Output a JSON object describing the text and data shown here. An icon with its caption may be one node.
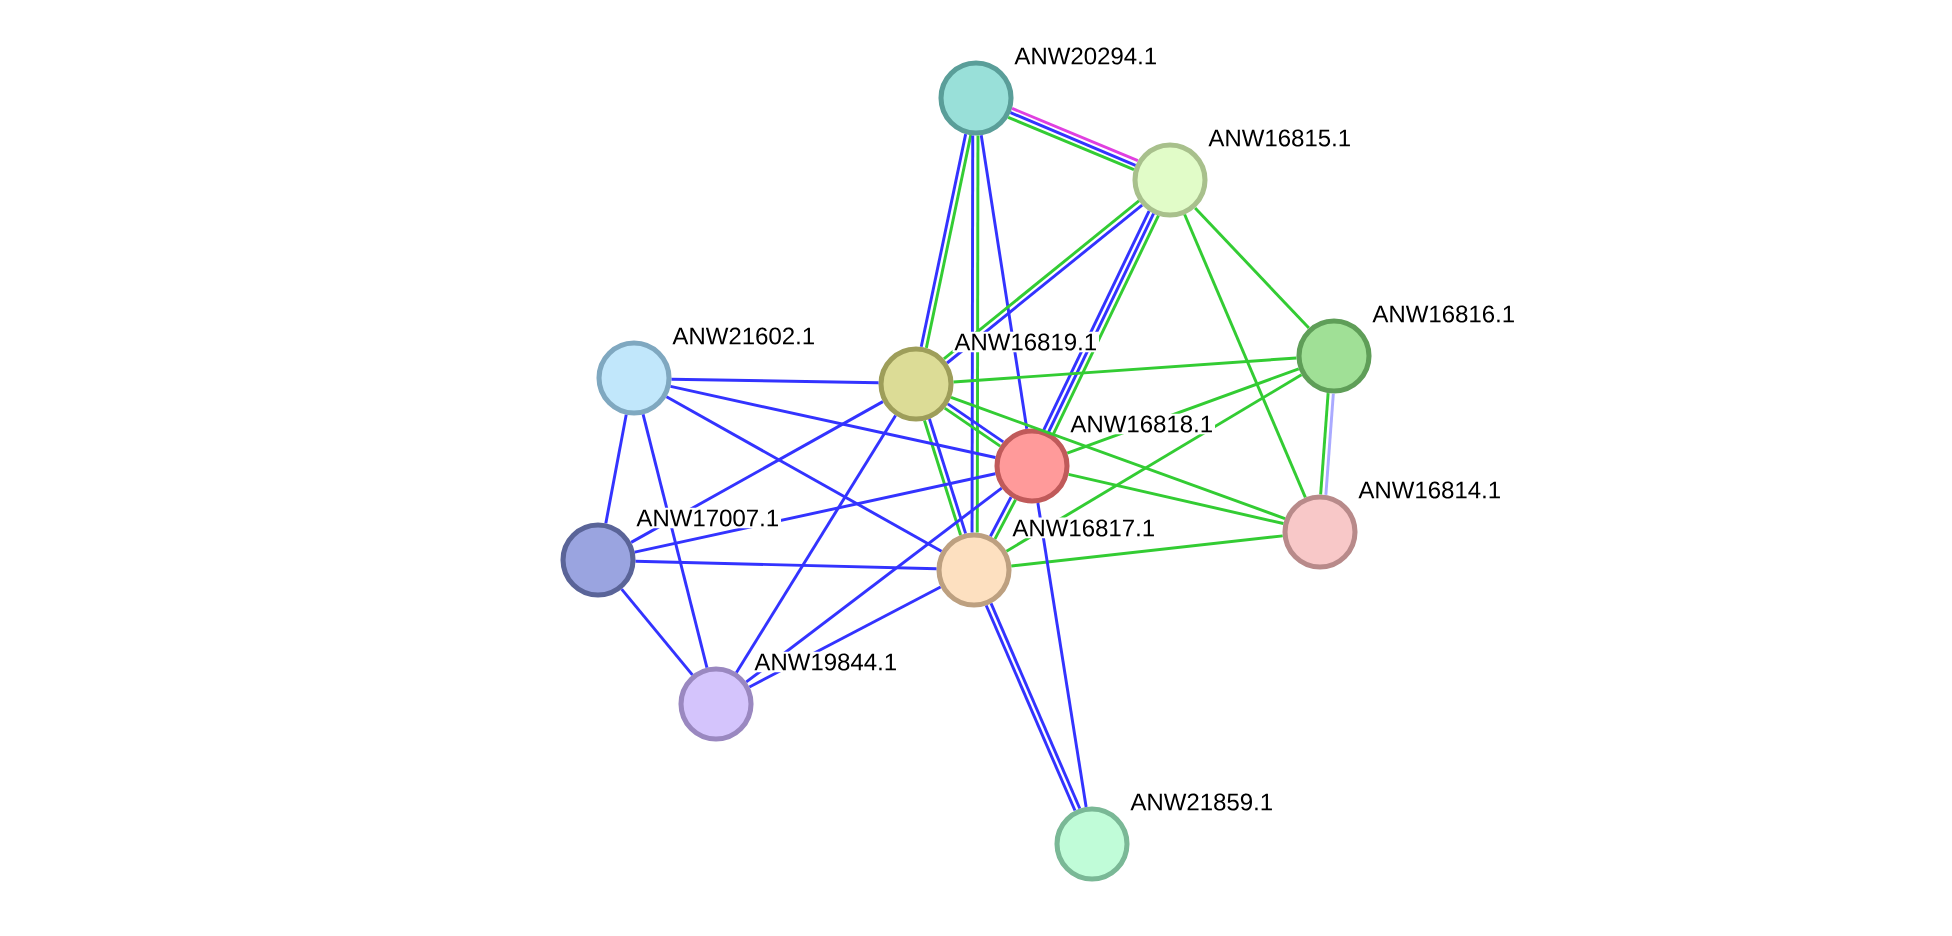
{
  "diagram": {
    "nodes": [
      {
        "text": [
          "ANW20294.1"
        ]
      },
      {
        "text": [
          "ANW16815.1"
        ]
      },
      {
        "text": [
          "ANW16816.1"
        ]
      },
      {
        "text": [
          "ANW21602.1"
        ]
      },
      {
        "text": [
          "ANW16819.1"
        ]
      },
      {
        "text": [
          "ANW16818.1"
        ]
      },
      {
        "text": [
          "ANW16814.1"
        ]
      },
      {
        "text": [
          "ANW17007.1"
        ]
      },
      {
        "text": [
          "ANW16817.1"
        ]
      },
      {
        "text": [
          "ANW19844.1"
        ]
      },
      {
        "text": [
          "ANW21859.1"
        ]
      }
    ],
    "edges": [
      {
        "from": 0,
        "to": 1,
        "arrow": "none",
        "color": "#e040e0"
      },
      {
        "from": 0,
        "to": 1,
        "arrow": "none"
      },
      {
        "from": 0,
        "to": 1,
        "arrow": "none",
        "color": "#33cc33"
      },
      {
        "from": 0,
        "to": 4,
        "arrow": "none",
        "color": "#33cc33"
      },
      {
        "from": 0,
        "to": 4,
        "arrow": "none"
      },
      {
        "from": 0,
        "to": 8,
        "arrow": "none",
        "color": "#33cc33"
      },
      {
        "from": 0,
        "to": 8,
        "arrow": "none"
      },
      {
        "from": 0,
        "to": 5,
        "arrow": "none"
      },
      {
        "from": 1,
        "to": 4,
        "arrow": "none"
      },
      {
        "from": 1,
        "to": 4,
        "arrow": "none",
        "color": "#33cc33"
      },
      {
        "from": 1,
        "to": 5,
        "arrow": "none",
        "color": "#33cc33"
      },
      {
        "from": 1,
        "to": 5,
        "arrow": "none"
      },
      {
        "from": 1,
        "to": 5,
        "arrow": "none"
      },
      {
        "from": 1,
        "to": 2,
        "arrow": "none",
        "color": "#33cc33"
      },
      {
        "from": 1,
        "to": 6,
        "arrow": "none",
        "color": "#33cc33"
      },
      {
        "from": 2,
        "to": 6,
        "arrow": "none",
        "color": "#aaaaff"
      },
      {
        "from": 2,
        "to": 6,
        "arrow": "none",
        "color": "#33cc33"
      },
      {
        "from": 4,
        "to": 2,
        "arrow": "none",
        "color": "#33cc33"
      },
      {
        "from": 5,
        "to": 2,
        "arrow": "none",
        "color": "#33cc33"
      },
      {
        "from": 8,
        "to": 2,
        "arrow": "none",
        "color": "#33cc33"
      },
      {
        "from": 4,
        "to": 5,
        "arrow": "none"
      },
      {
        "from": 4,
        "to": 5,
        "arrow": "none",
        "color": "#33cc33"
      },
      {
        "from": 4,
        "to": 6,
        "arrow": "none",
        "color": "#33cc33"
      },
      {
        "from": 4,
        "to": 8,
        "arrow": "none"
      },
      {
        "from": 4,
        "to": 8,
        "arrow": "none",
        "color": "#33cc33"
      },
      {
        "from": 5,
        "to": 6,
        "arrow": "none",
        "color": "#33cc33"
      },
      {
        "from": 5,
        "to": 8,
        "arrow": "none",
        "color": "#33cc33"
      },
      {
        "from": 5,
        "to": 8,
        "arrow": "none"
      },
      {
        "from": 8,
        "to": 6,
        "arrow": "none",
        "color": "#33cc33"
      },
      {
        "from": 3,
        "to": 4,
        "arrow": "none"
      },
      {
        "from": 3,
        "to": 5,
        "arrow": "none"
      },
      {
        "from": 3,
        "to": 8,
        "arrow": "none"
      },
      {
        "from": 3,
        "to": 7,
        "arrow": "none"
      },
      {
        "from": 3,
        "to": 9,
        "arrow": "none"
      },
      {
        "from": 7,
        "to": 4,
        "arrow": "none"
      },
      {
        "from": 7,
        "to": 5,
        "arrow": "none"
      },
      {
        "from": 7,
        "to": 8,
        "arrow": "none"
      },
      {
        "from": 7,
        "to": 9,
        "arrow": "none"
      },
      {
        "from": 9,
        "to": 4,
        "arrow": "none"
      },
      {
        "from": 9,
        "to": 5,
        "arrow": "none"
      },
      {
        "from": 9,
        "to": 8,
        "arrow": "none"
      },
      {
        "from": 8,
        "to": 10,
        "arrow": "none"
      },
      {
        "from": 8,
        "to": 10,
        "arrow": "none"
      },
      {
        "from": 5,
        "to": 10,
        "arrow": "none"
      }
    ]
  }
}
